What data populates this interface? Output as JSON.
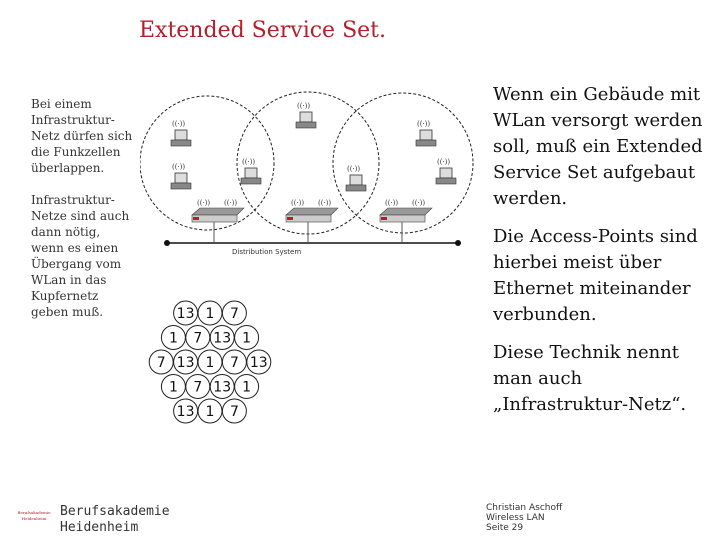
{
  "slide": {
    "title": "Extended Service Set.",
    "left_paragraphs": [
      "Bei einem Infrastruktur-Netz dürfen sich die Funkzellen überlappen.",
      "Infrastruktur-Netze sind auch dann nötig, wenn es einen Übergang vom WLan in das Kupfernetz geben muß."
    ],
    "right_paragraphs": [
      "Wenn ein Gebäude mit WLan versorgt werden soll, muß ein Extended Service Set aufgebaut werden.",
      "Die Access-Points sind hierbei meist über Ethernet miteinander verbunden.",
      "Diese Technik nennt man auch „Infrastruktur-Netz“."
    ],
    "diagram_label": "Distribution System",
    "channel_grid": [
      [
        "13",
        "1",
        "7"
      ],
      [
        "1",
        "7",
        "13",
        "1"
      ],
      [
        "7",
        "13",
        "1",
        "7",
        "13"
      ],
      [
        "1",
        "7",
        "13",
        "1"
      ],
      [
        "13",
        "1",
        "7"
      ]
    ]
  },
  "footer": {
    "school_line1": "Berufsakademie",
    "school_line2": "Heidenheim",
    "logo_text": "Berufsakademie Heidenheim",
    "author": "Christian Aschoff",
    "course": "Wireless LAN",
    "page": "Seite 29"
  },
  "colors": {
    "title": "#b3202a"
  }
}
